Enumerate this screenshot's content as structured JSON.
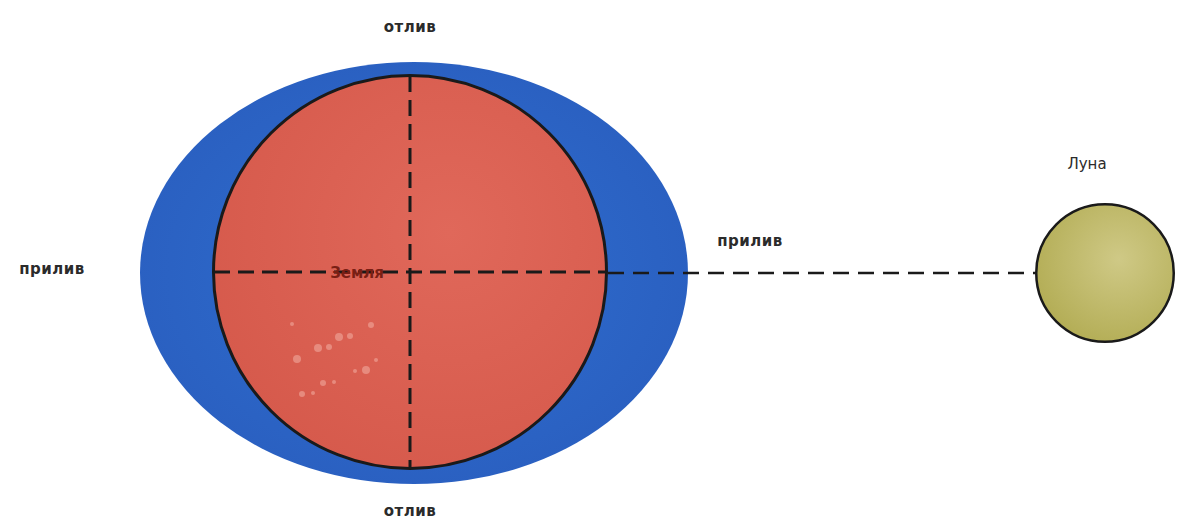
{
  "diagram": {
    "nodes": [
      {
        "text": [
          "Земля"
        ]
      },
      {
        "text": [
          "Луна"
        ]
      }
    ],
    "edges": [
      {
        "from": 0,
        "to": 1,
        "arrow": "none"
      }
    ],
    "labels": [
      "отлив",
      "прилив",
      "прилив",
      "отлив"
    ]
  }
}
